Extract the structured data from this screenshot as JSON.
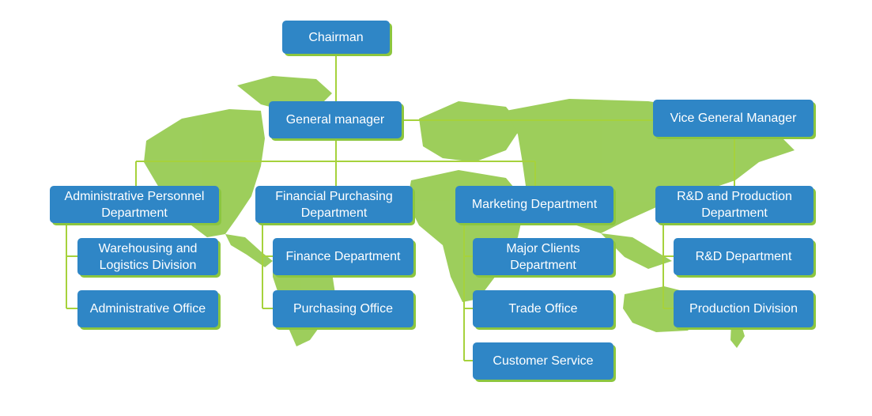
{
  "colors": {
    "box_fill": "#2f86c6",
    "box_text": "#ffffff",
    "connector": "#a6d23c",
    "map": "#8cc63f"
  },
  "nodes": {
    "chairman": "Chairman",
    "general_manager": "General manager",
    "vice_general_manager": "Vice General Manager",
    "admin_personnel_dept": "Administrative Personnel Department",
    "financial_purchasing_dept": "Financial Purchasing Department",
    "marketing_dept": "Marketing Department",
    "rd_production_dept": "R&D and Production Department",
    "warehousing_logistics": "Warehousing and Logistics Division",
    "administrative_office": "Administrative Office",
    "finance_dept": "Finance Department",
    "purchasing_office": "Purchasing Office",
    "major_clients_dept": "Major Clients Department",
    "trade_office": "Trade Office",
    "customer_service": "Customer Service",
    "rd_dept": "R&D Department",
    "production_division": "Production Division"
  }
}
